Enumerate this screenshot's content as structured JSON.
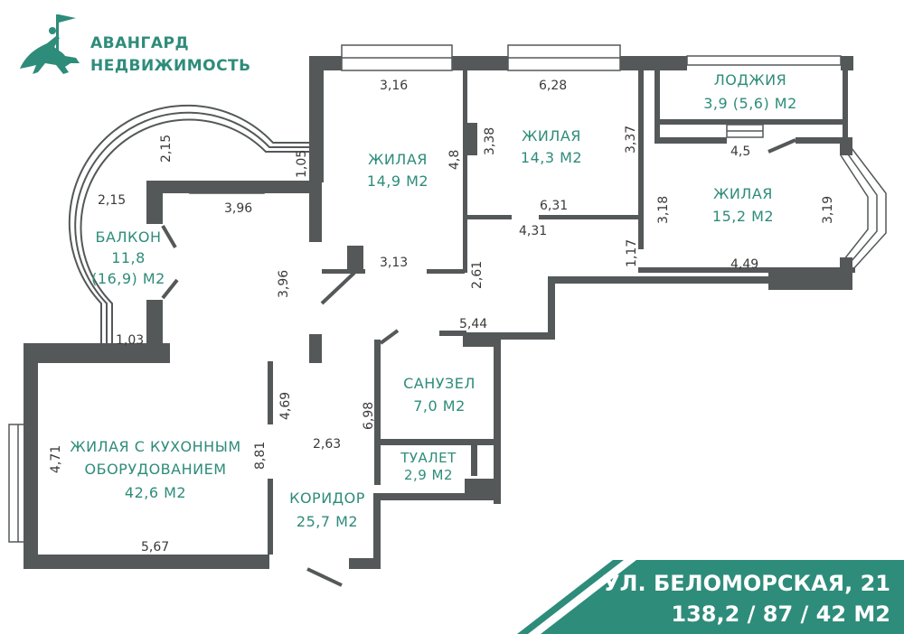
{
  "logo": {
    "line1": "АВАНГАРД",
    "line2": "НЕДВИЖИМОСТЬ",
    "icon": "knight-horse-icon",
    "color": "#2e8c7a"
  },
  "address": {
    "street": "УЛ. БЕЛОМОРСКАЯ, 21",
    "areas": "138,2 / 87 / 42 М2"
  },
  "rooms": {
    "living1": {
      "name": "ЖИЛАЯ",
      "area": "14,9 М2"
    },
    "living2": {
      "name": "ЖИЛАЯ",
      "area": "14,3 М2"
    },
    "loggia": {
      "name": "ЛОДЖИЯ",
      "area": "3,9 (5,6) М2"
    },
    "living3": {
      "name": "ЖИЛАЯ",
      "area": "15,2 М2"
    },
    "balcony": {
      "name": "БАЛКОН",
      "area1": "11,8",
      "area2": "(16,9) М2"
    },
    "bathroom": {
      "name": "САНУЗЕЛ",
      "area": "7,0 М2"
    },
    "toilet": {
      "name": "ТУАЛЕТ",
      "area": "2,9 М2"
    },
    "kitchen": {
      "name1": "ЖИЛАЯ С КУХОННЫМ",
      "name2": "ОБОРУДОВАНИЕМ",
      "area": "42,6 М2"
    },
    "corridor": {
      "name": "КОРИДОР",
      "area": "25,7 М2"
    }
  },
  "dimensions": {
    "d316": "3,16",
    "d628": "6,28",
    "d215a": "2,15",
    "d215b": "2,15",
    "d105": "1,05",
    "d48": "4,8",
    "d338": "3,38",
    "d337": "3,37",
    "d45": "4,5",
    "d396a": "3,96",
    "d631": "6,31",
    "d318": "3,18",
    "d319": "3,19",
    "d431": "4,31",
    "d313": "3,13",
    "d261": "2,61",
    "d117": "1,17",
    "d449": "4,49",
    "d396b": "3,96",
    "d103": "1,03",
    "d544": "5,44",
    "d469": "4,69",
    "d698": "6,98",
    "d471": "4,71",
    "d881": "8,81",
    "d263": "2,63",
    "d567": "5,67"
  },
  "colors": {
    "wall": "#545859",
    "accent": "#2e8c7a",
    "text": "#3a3a3a",
    "banner": "#2e8c7a"
  }
}
